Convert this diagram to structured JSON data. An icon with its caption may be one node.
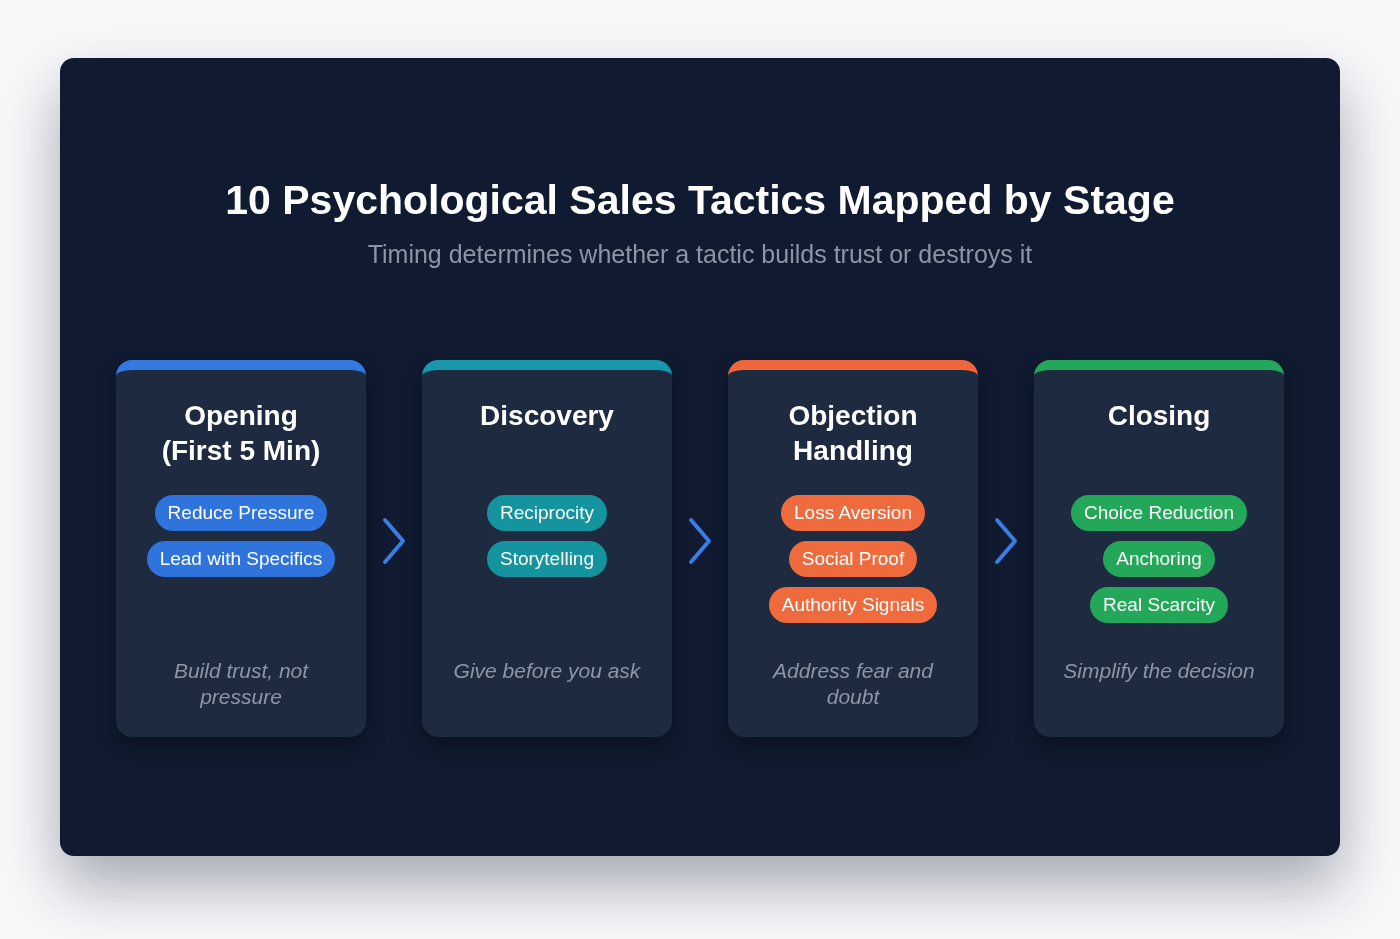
{
  "diagram": {
    "title": "10 Psychological Sales Tactics Mapped by Stage",
    "nodes": [
      {
        "text": [
          "Opening (First 5 Min)",
          "Build trust, not pressure"
        ]
      },
      {
        "text": [
          "Reduce Pressure"
        ],
        "in": 0
      },
      {
        "text": [
          "Lead with Specifics"
        ],
        "in": 0
      },
      {
        "text": [
          "Discovery",
          "Give before you ask"
        ]
      },
      {
        "text": [
          "Reciprocity"
        ],
        "in": 3
      },
      {
        "text": [
          "Storytelling"
        ],
        "in": 3
      },
      {
        "text": [
          "Objection Handling",
          "Address fear and doubt"
        ]
      },
      {
        "text": [
          "Loss Aversion"
        ],
        "in": 6
      },
      {
        "text": [
          "Social Proof"
        ],
        "in": 6
      },
      {
        "text": [
          "Authority Signals"
        ],
        "in": 6
      },
      {
        "text": [
          "Closing",
          "Simplify the decision"
        ]
      },
      {
        "text": [
          "Choice Reduction"
        ],
        "in": 10
      },
      {
        "text": [
          "Anchoring"
        ],
        "in": 10
      },
      {
        "text": [
          "Real Scarcity"
        ],
        "in": 10
      }
    ],
    "edges": [
      {
        "from": 0,
        "to": 3,
        "arrow": "to"
      },
      {
        "from": 3,
        "to": 6,
        "arrow": "to"
      },
      {
        "from": 6,
        "to": 10,
        "arrow": "to"
      }
    ],
    "labels": [
      "Timing determines whether a tactic builds trust or destroys it"
    ]
  }
}
